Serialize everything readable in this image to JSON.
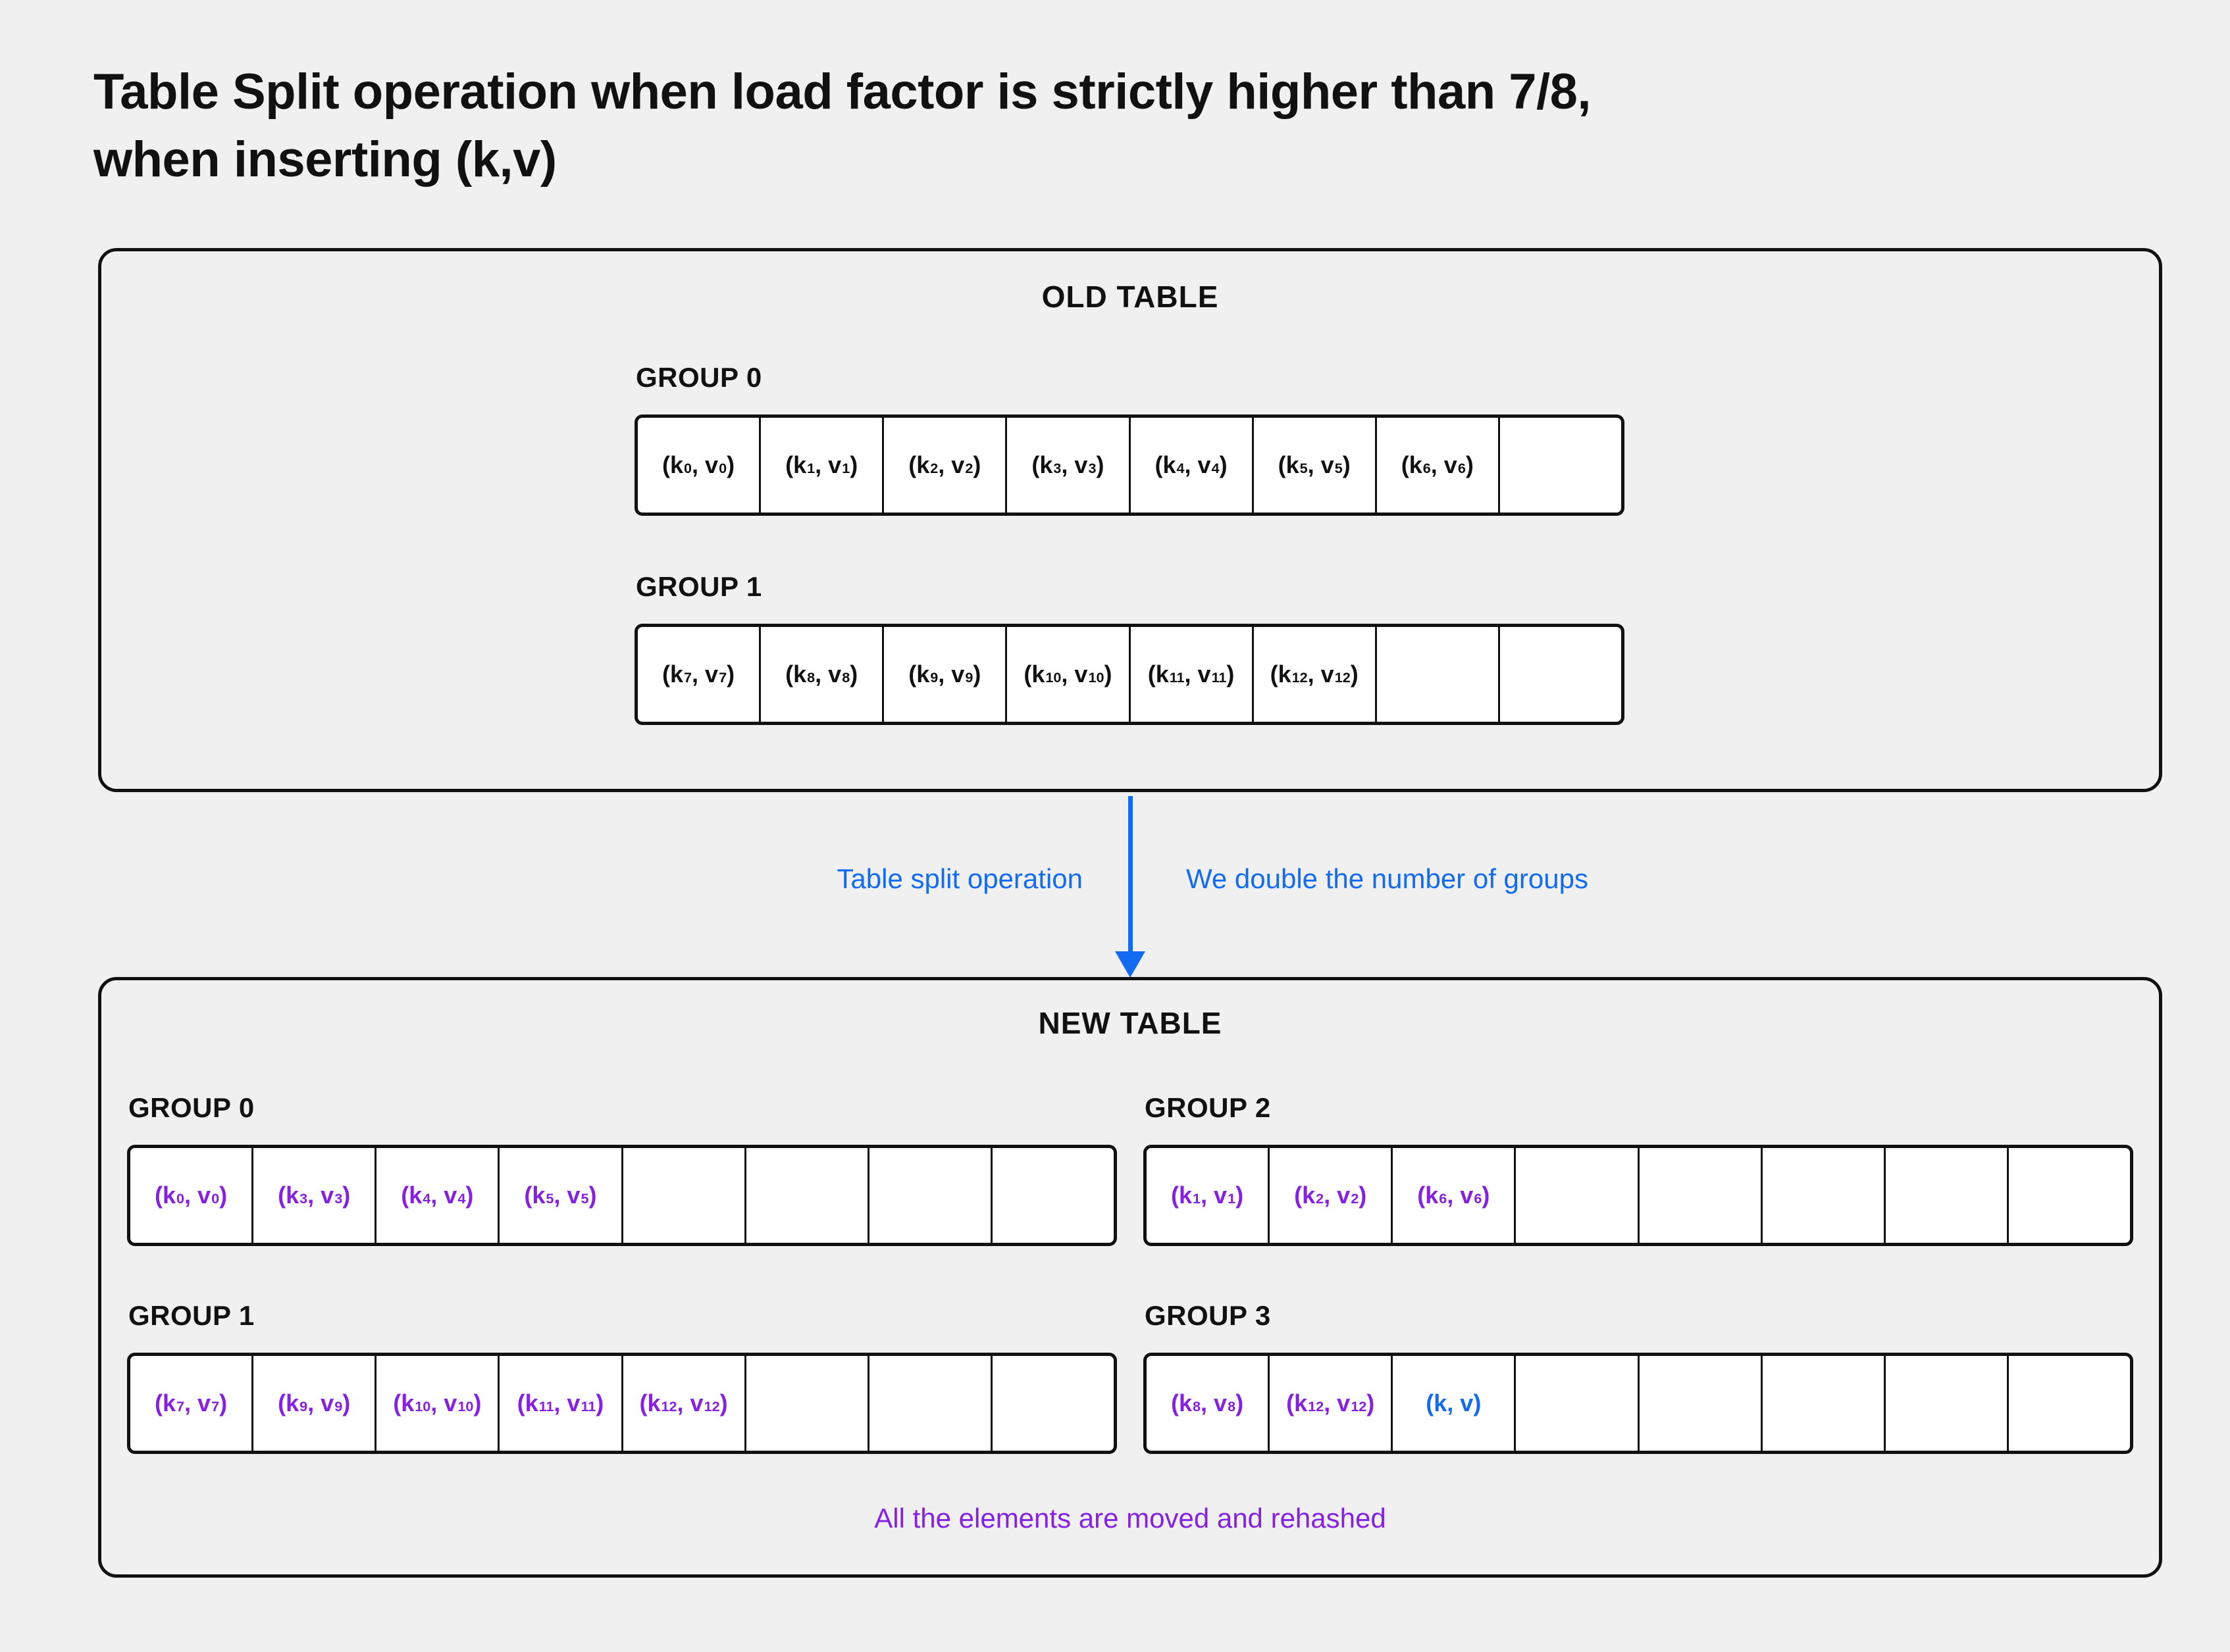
{
  "colors": {
    "background": "#f0f0f0",
    "ink": "#111111",
    "cell_background": "#ffffff",
    "accent_blue": "#126bf2",
    "accent_purple": "#8520e4"
  },
  "title": "Table Split operation when load factor is strictly higher than 7/8,\nwhen inserting (k,v)",
  "old_table": {
    "heading": "OLD TABLE",
    "groups": [
      {
        "label": "GROUP 0",
        "cells": [
          "(k_0, v_0)",
          "(k_1, v_1)",
          "(k_2, v_2)",
          "(k_3, v_3)",
          "(k_4, v_4)",
          "(k_5, v_5)",
          "(k_6, v_6)",
          ""
        ]
      },
      {
        "label": "GROUP 1",
        "cells": [
          "(k_7, v_7)",
          "(k_8, v_8)",
          "(k_9, v_9)",
          "(k_10, v_10)",
          "(k_11, v_11)",
          "(k_12, v_12)",
          "",
          ""
        ]
      }
    ]
  },
  "transition": {
    "left_label": "Table split operation",
    "right_label": "We double the number of groups"
  },
  "new_table": {
    "heading": "NEW TABLE",
    "groups": [
      {
        "label": "GROUP 0",
        "cells": [
          "(k_0, v_0)",
          "(k_3, v_3)",
          "(k_4, v_4)",
          "(k_5, v_5)",
          "",
          "",
          "",
          ""
        ]
      },
      {
        "label": "GROUP 2",
        "cells": [
          "(k_1, v_1)",
          "(k_2, v_2)",
          "(k_6, v_6)",
          "",
          "",
          "",
          "",
          ""
        ]
      },
      {
        "label": "GROUP 1",
        "cells": [
          "(k_7, v_7)",
          "(k_9, v_9)",
          "(k_10, v_10)",
          "(k_11, v_11)",
          "(k_12, v_12)",
          "",
          "",
          ""
        ]
      },
      {
        "label": "GROUP 3",
        "cells": [
          "(k_8, v_8)",
          "(k_12, v_12)",
          {
            "text": "(k, v)",
            "accent": "blue"
          },
          "",
          "",
          "",
          "",
          ""
        ]
      }
    ],
    "footnote": "All the elements are moved and rehashed"
  }
}
